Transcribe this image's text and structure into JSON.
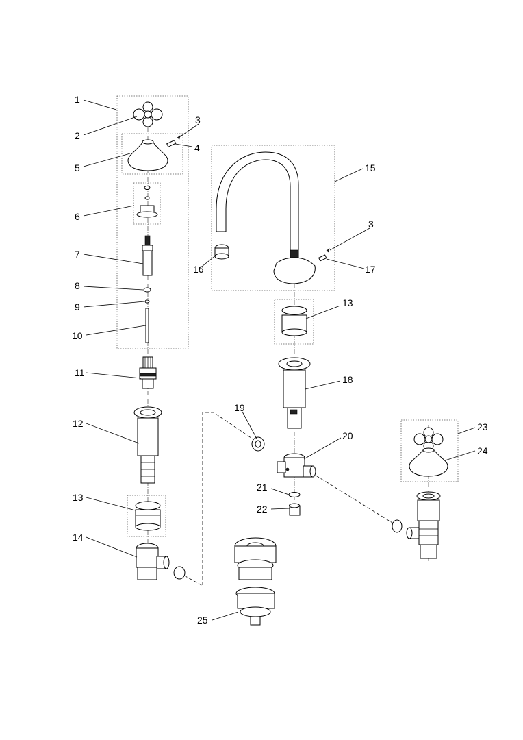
{
  "labels": {
    "l1": "1",
    "l2": "2",
    "l3a": "3",
    "l4": "4",
    "l5": "5",
    "l6": "6",
    "l7": "7",
    "l8": "8",
    "l9": "9",
    "l10": "10",
    "l11": "11",
    "l12": "12",
    "l13a": "13",
    "l14": "14",
    "l15": "15",
    "l3b": "3",
    "l16": "16",
    "l17": "17",
    "l13b": "13",
    "l18": "18",
    "l19": "19",
    "l20": "20",
    "l21": "21",
    "l22": "22",
    "l23": "23",
    "l24": "24",
    "l25": "25"
  }
}
